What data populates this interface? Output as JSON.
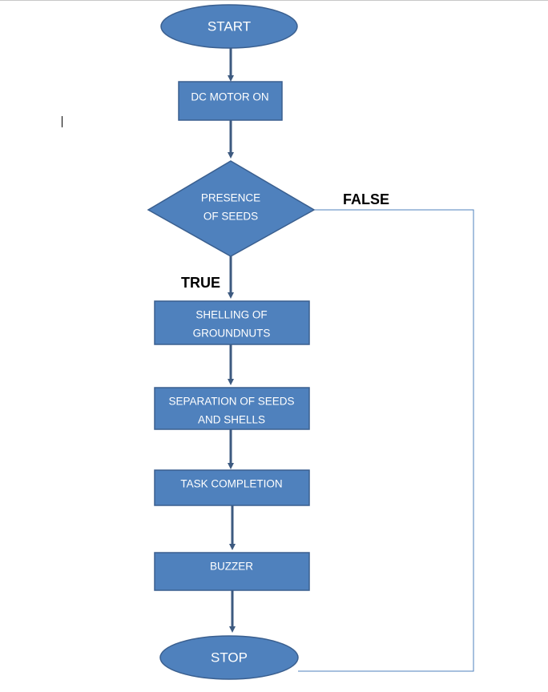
{
  "colors": {
    "shape_fill": "#4f81bd",
    "shape_stroke": "#3a5f8f",
    "shape_text": "#ffffff",
    "arrow": "#3d5a80",
    "loop_line": "#4f81bd",
    "label_text": "#000000"
  },
  "nodes": {
    "start": "START",
    "dc_motor": "DC MOTOR ON",
    "presence": [
      "PRESENCE",
      "OF SEEDS"
    ],
    "shelling": [
      "SHELLING OF",
      "GROUNDNUTS"
    ],
    "separation": [
      "SEPARATION OF SEEDS",
      "AND SHELLS"
    ],
    "task": "TASK COMPLETION",
    "buzzer": "BUZZER",
    "stop": "STOP"
  },
  "labels": {
    "false": "FALSE",
    "true": "TRUE"
  }
}
